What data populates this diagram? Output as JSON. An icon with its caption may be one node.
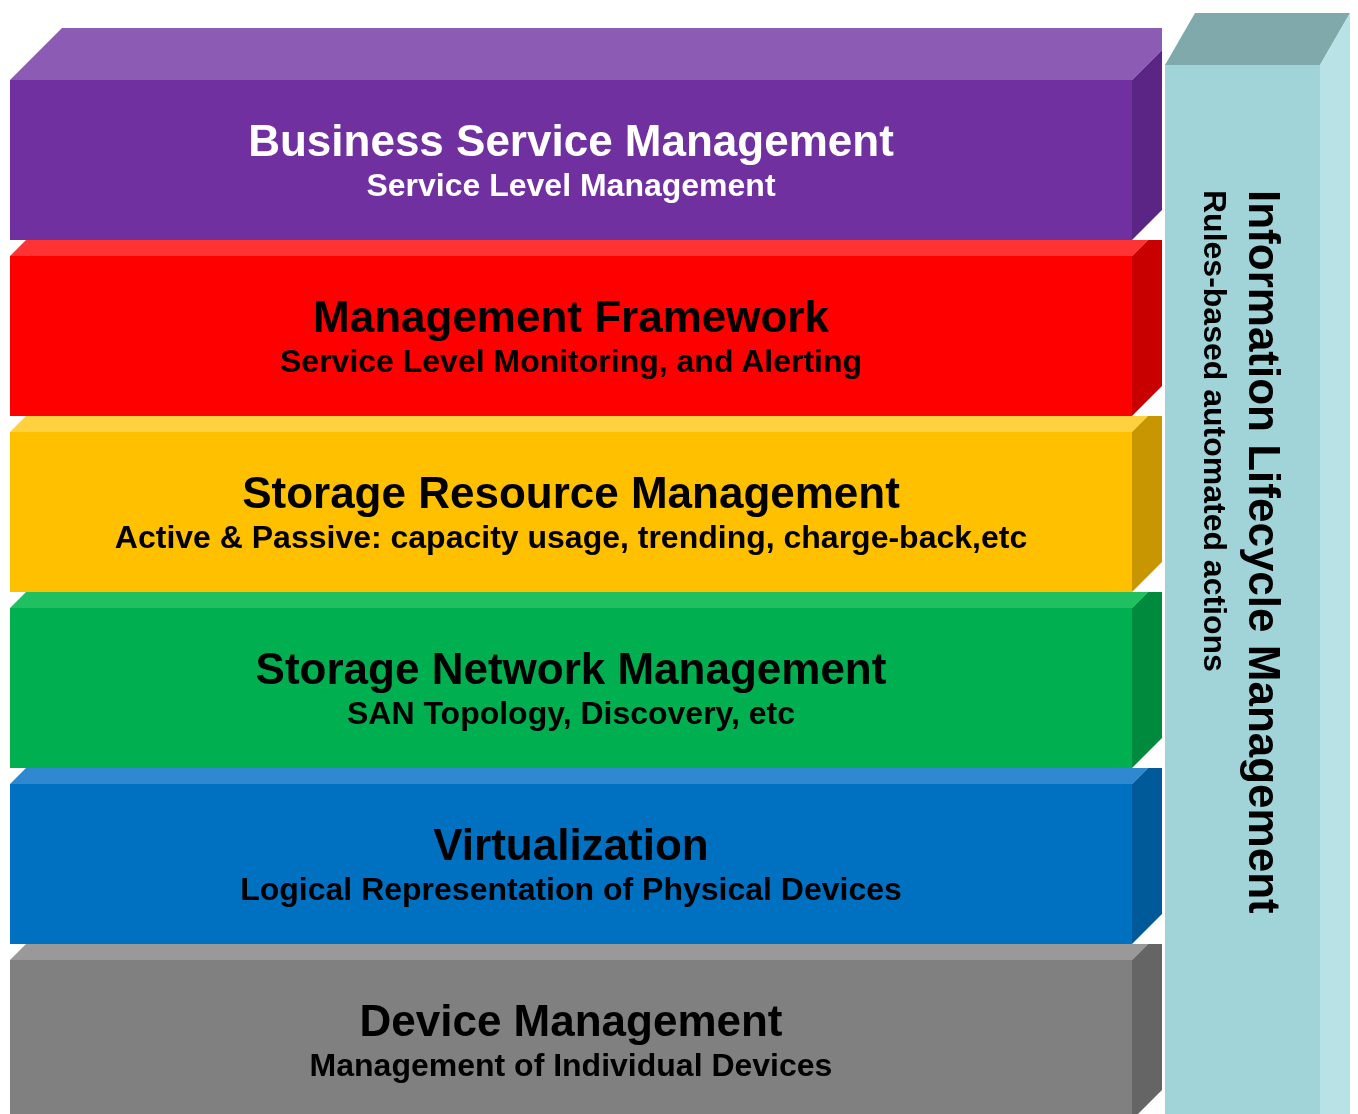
{
  "diagram": {
    "nodes": [
      {
        "text": [
          "Business Service Management",
          "Service Level Management"
        ]
      },
      {
        "text": [
          "Management Framework",
          "Service Level Monitoring, and Alerting"
        ]
      },
      {
        "text": [
          "Storage Resource Management",
          "Active & Passive: capacity usage, trending, charge-back,etc"
        ]
      },
      {
        "text": [
          "Storage Network Management",
          "SAN Topology, Discovery, etc"
        ]
      },
      {
        "text": [
          "Virtualization",
          "Logical Representation of Physical Devices"
        ]
      },
      {
        "text": [
          "Device Management",
          "Management of Individual Devices"
        ]
      },
      {
        "text": [
          "Information Lifecycle Management",
          "Rules-based automated actions"
        ]
      }
    ]
  }
}
